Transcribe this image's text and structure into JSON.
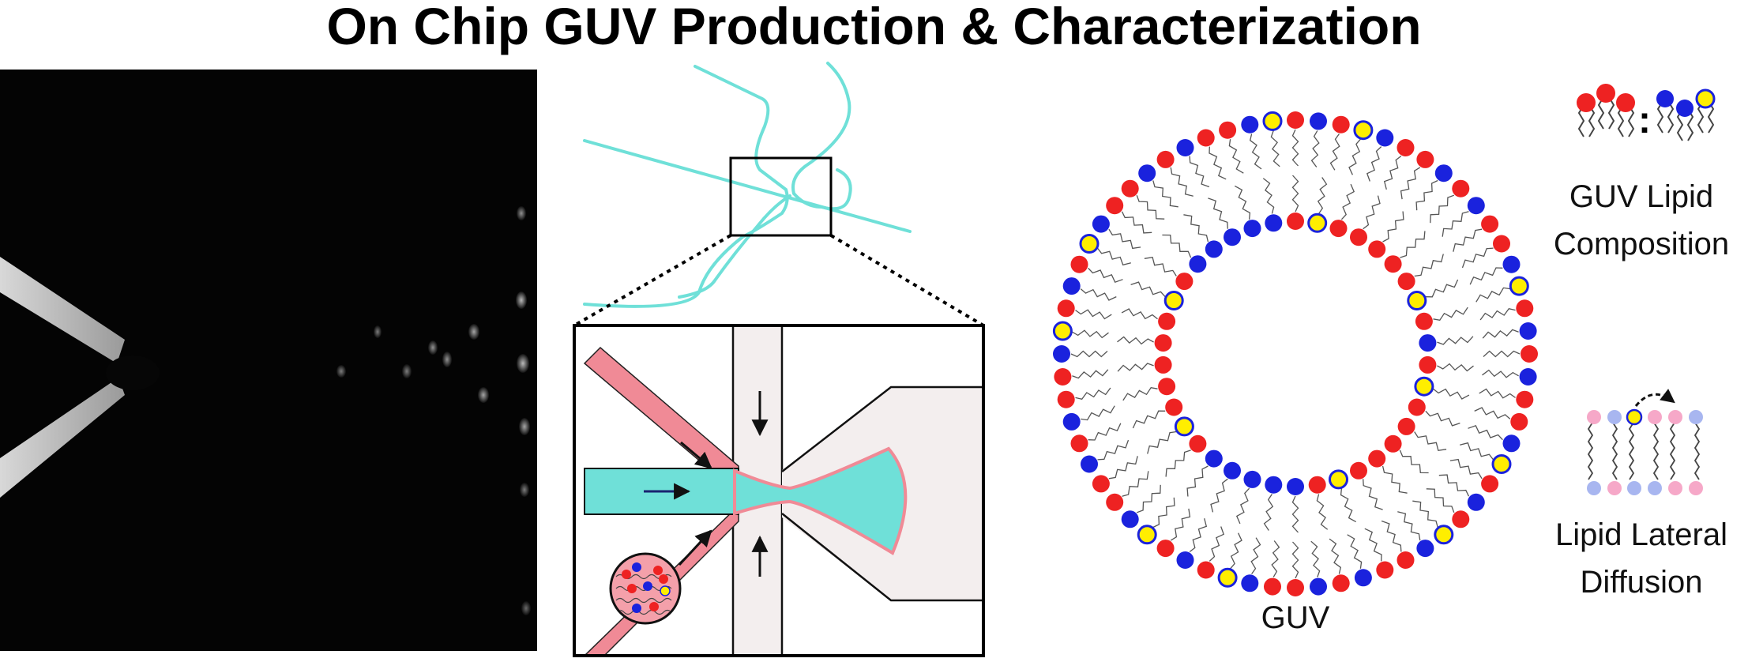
{
  "title": "On Chip GUV Production & Characterization",
  "labels": {
    "guv": "GUV",
    "composition_line1": "GUV Lipid",
    "composition_line2": "Composition",
    "diffusion_line1": "Lipid Lateral",
    "diffusion_line2": "Diffusion",
    "ratio_separator": ":"
  },
  "colors": {
    "lipid_red": "#ee2222",
    "lipid_blue": "#1a22dd",
    "lipid_yellow": "#ffee00",
    "channel_cyan": "#6fe0d8",
    "oil_pink": "#f08a96",
    "channel_gray": "#f3eeee",
    "diffusion_pink": "#f6a8c8",
    "diffusion_blue": "#a8b6f0"
  },
  "icons": {
    "micrograph": "microscope-image",
    "arrow": "flow-arrow"
  }
}
